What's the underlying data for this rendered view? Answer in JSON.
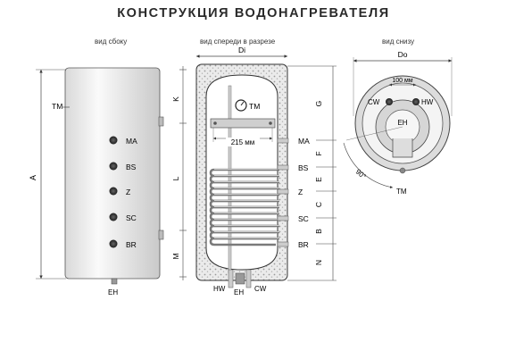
{
  "title": "КОНСТРУКЦИЯ ВОДОНАГРЕВАТЕЛЯ",
  "views": {
    "side": "вид сбоку",
    "front": "вид спереди в разрезе",
    "bottom": "вид снизу"
  },
  "side_view": {
    "dims": {
      "height": "A"
    },
    "labels": {
      "tm": "TM",
      "eh": "EH"
    },
    "ports": [
      "MA",
      "BS",
      "Z",
      "SC",
      "BR"
    ]
  },
  "front_view": {
    "width_label": "Di",
    "bracket_label": "215 мм",
    "tm": "TM",
    "ports": [
      "MA",
      "BS",
      "Z",
      "SC",
      "BR"
    ],
    "bottom_labels": {
      "hw": "HW",
      "eh": "EH",
      "cw": "CW"
    },
    "left_dims": [
      "K",
      "L",
      "M"
    ],
    "right_dims": [
      "G",
      "F",
      "E",
      "C",
      "B",
      "N"
    ]
  },
  "bottom_view": {
    "width_label": "Do",
    "spacing_label": "100 мм",
    "cw": "CW",
    "hw": "HW",
    "eh": "EH",
    "angle": "90°",
    "tm": "TM"
  }
}
